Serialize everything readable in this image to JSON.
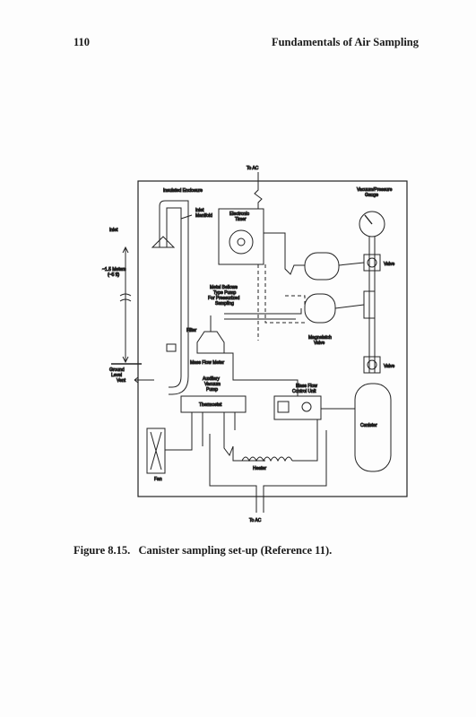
{
  "header": {
    "page_number": "110",
    "book_title": "Fundamentals of Air Sampling"
  },
  "figure": {
    "labels": {
      "to_ac_top": "To AC",
      "to_ac_bottom": "To AC",
      "insulated_enclosure": "Insulated Enclosure",
      "electronic_timer_1": "Electronic",
      "electronic_timer_2": "Timer",
      "vacuum_pressure_gauge_1": "Vacuum/Pressure",
      "vacuum_pressure_gauge_2": "Gauge",
      "inlet": "Inlet",
      "inlet_manifold_1": "Inlet",
      "inlet_manifold_2": "Manifold",
      "height_1": "~1.5 Meters",
      "height_2": "(~5 ft)",
      "metal_bellows_1": "Metal Bellows",
      "metal_bellows_2": "Type Pump",
      "metal_bellows_3": "For Pressurized",
      "metal_bellows_4": "Sampling",
      "valve_upper": "Valve",
      "valve_lower": "Valve",
      "magnelatch_1": "Magnelatch",
      "magnelatch_2": "Valve",
      "filter": "Filter",
      "mass_flow_meter": "Mass Flow Meter",
      "ground_level_1": "Ground",
      "ground_level_2": "Level",
      "vent": "Vent",
      "auxiliary_pump_1": "Auxiliary",
      "auxiliary_pump_2": "Vacuum",
      "auxiliary_pump_3": "Pump",
      "mass_flow_control_1": "Mass Flow",
      "mass_flow_control_2": "Control Unit",
      "thermostat": "Thermostat",
      "canister": "Canister",
      "heater": "Heater",
      "fan": "Fan"
    }
  },
  "caption": {
    "figure_number": "Figure 8.15.",
    "text": "Canister sampling set-up (Reference 11)."
  }
}
